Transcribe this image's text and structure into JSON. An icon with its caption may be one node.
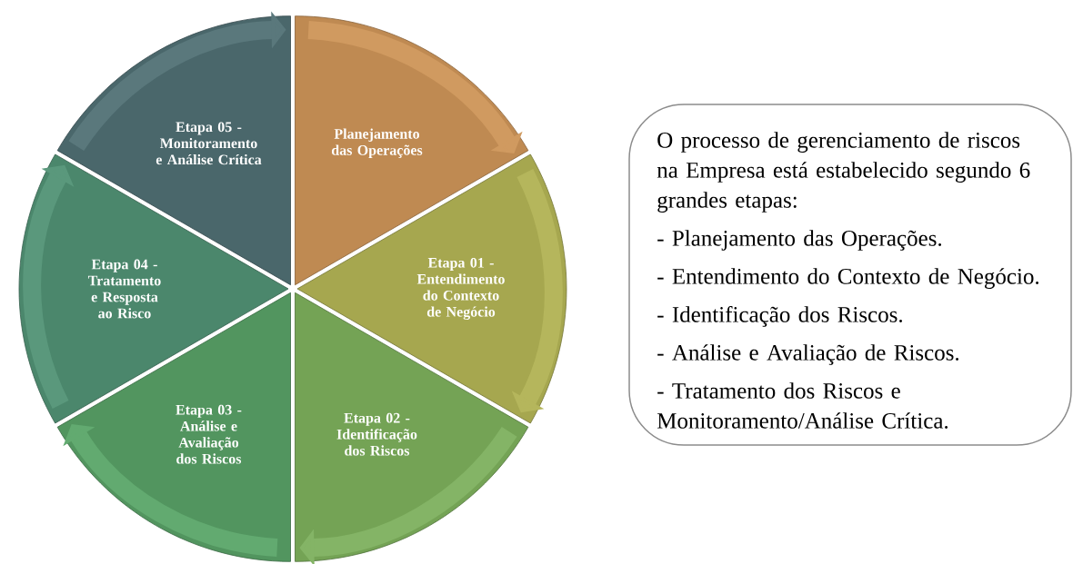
{
  "diagram": {
    "nodes": [
      {
        "text": [
          "Planejamento das Operações"
        ]
      },
      {
        "text": [
          "Etapa 01 - Entendimento do Contexto de Negócio"
        ]
      },
      {
        "text": [
          "Etapa 02 - Identificação dos Riscos"
        ]
      },
      {
        "text": [
          "Etapa 03 - Análise e Avaliação dos Riscos"
        ]
      },
      {
        "text": [
          "Etapa 04 - Tratamento e Resposta ao Risco"
        ]
      },
      {
        "text": [
          "Etapa 05 - Monitoramento e Análise Crítica"
        ]
      },
      {
        "text": [
          "O processo de gerenciamento de riscos na Empresa está estabelecido segundo 6 grandes etapas:",
          "- Planejamento das Operações.",
          "- Entendimento do Contexto de Negócio.",
          "- Identificação dos Riscos.",
          "- Análise e Avaliação de Riscos.",
          "- Tratamento dos Riscos e Monitoramento/Análise Crítica."
        ]
      }
    ],
    "edges": [
      {
        "from": 0,
        "to": 1,
        "arrow": "to",
        "color": "#d09a60"
      },
      {
        "from": 1,
        "to": 2,
        "arrow": "to",
        "color": "#b5b65c"
      },
      {
        "from": 2,
        "to": 3,
        "arrow": "to",
        "color": "#84b466"
      },
      {
        "from": 3,
        "to": 4,
        "arrow": "to",
        "color": "#62aa70"
      },
      {
        "from": 4,
        "to": 5,
        "arrow": "to",
        "color": "#5a987c"
      },
      {
        "from": 5,
        "to": 0,
        "arrow": "to",
        "color": "#5a787c"
      }
    ]
  }
}
